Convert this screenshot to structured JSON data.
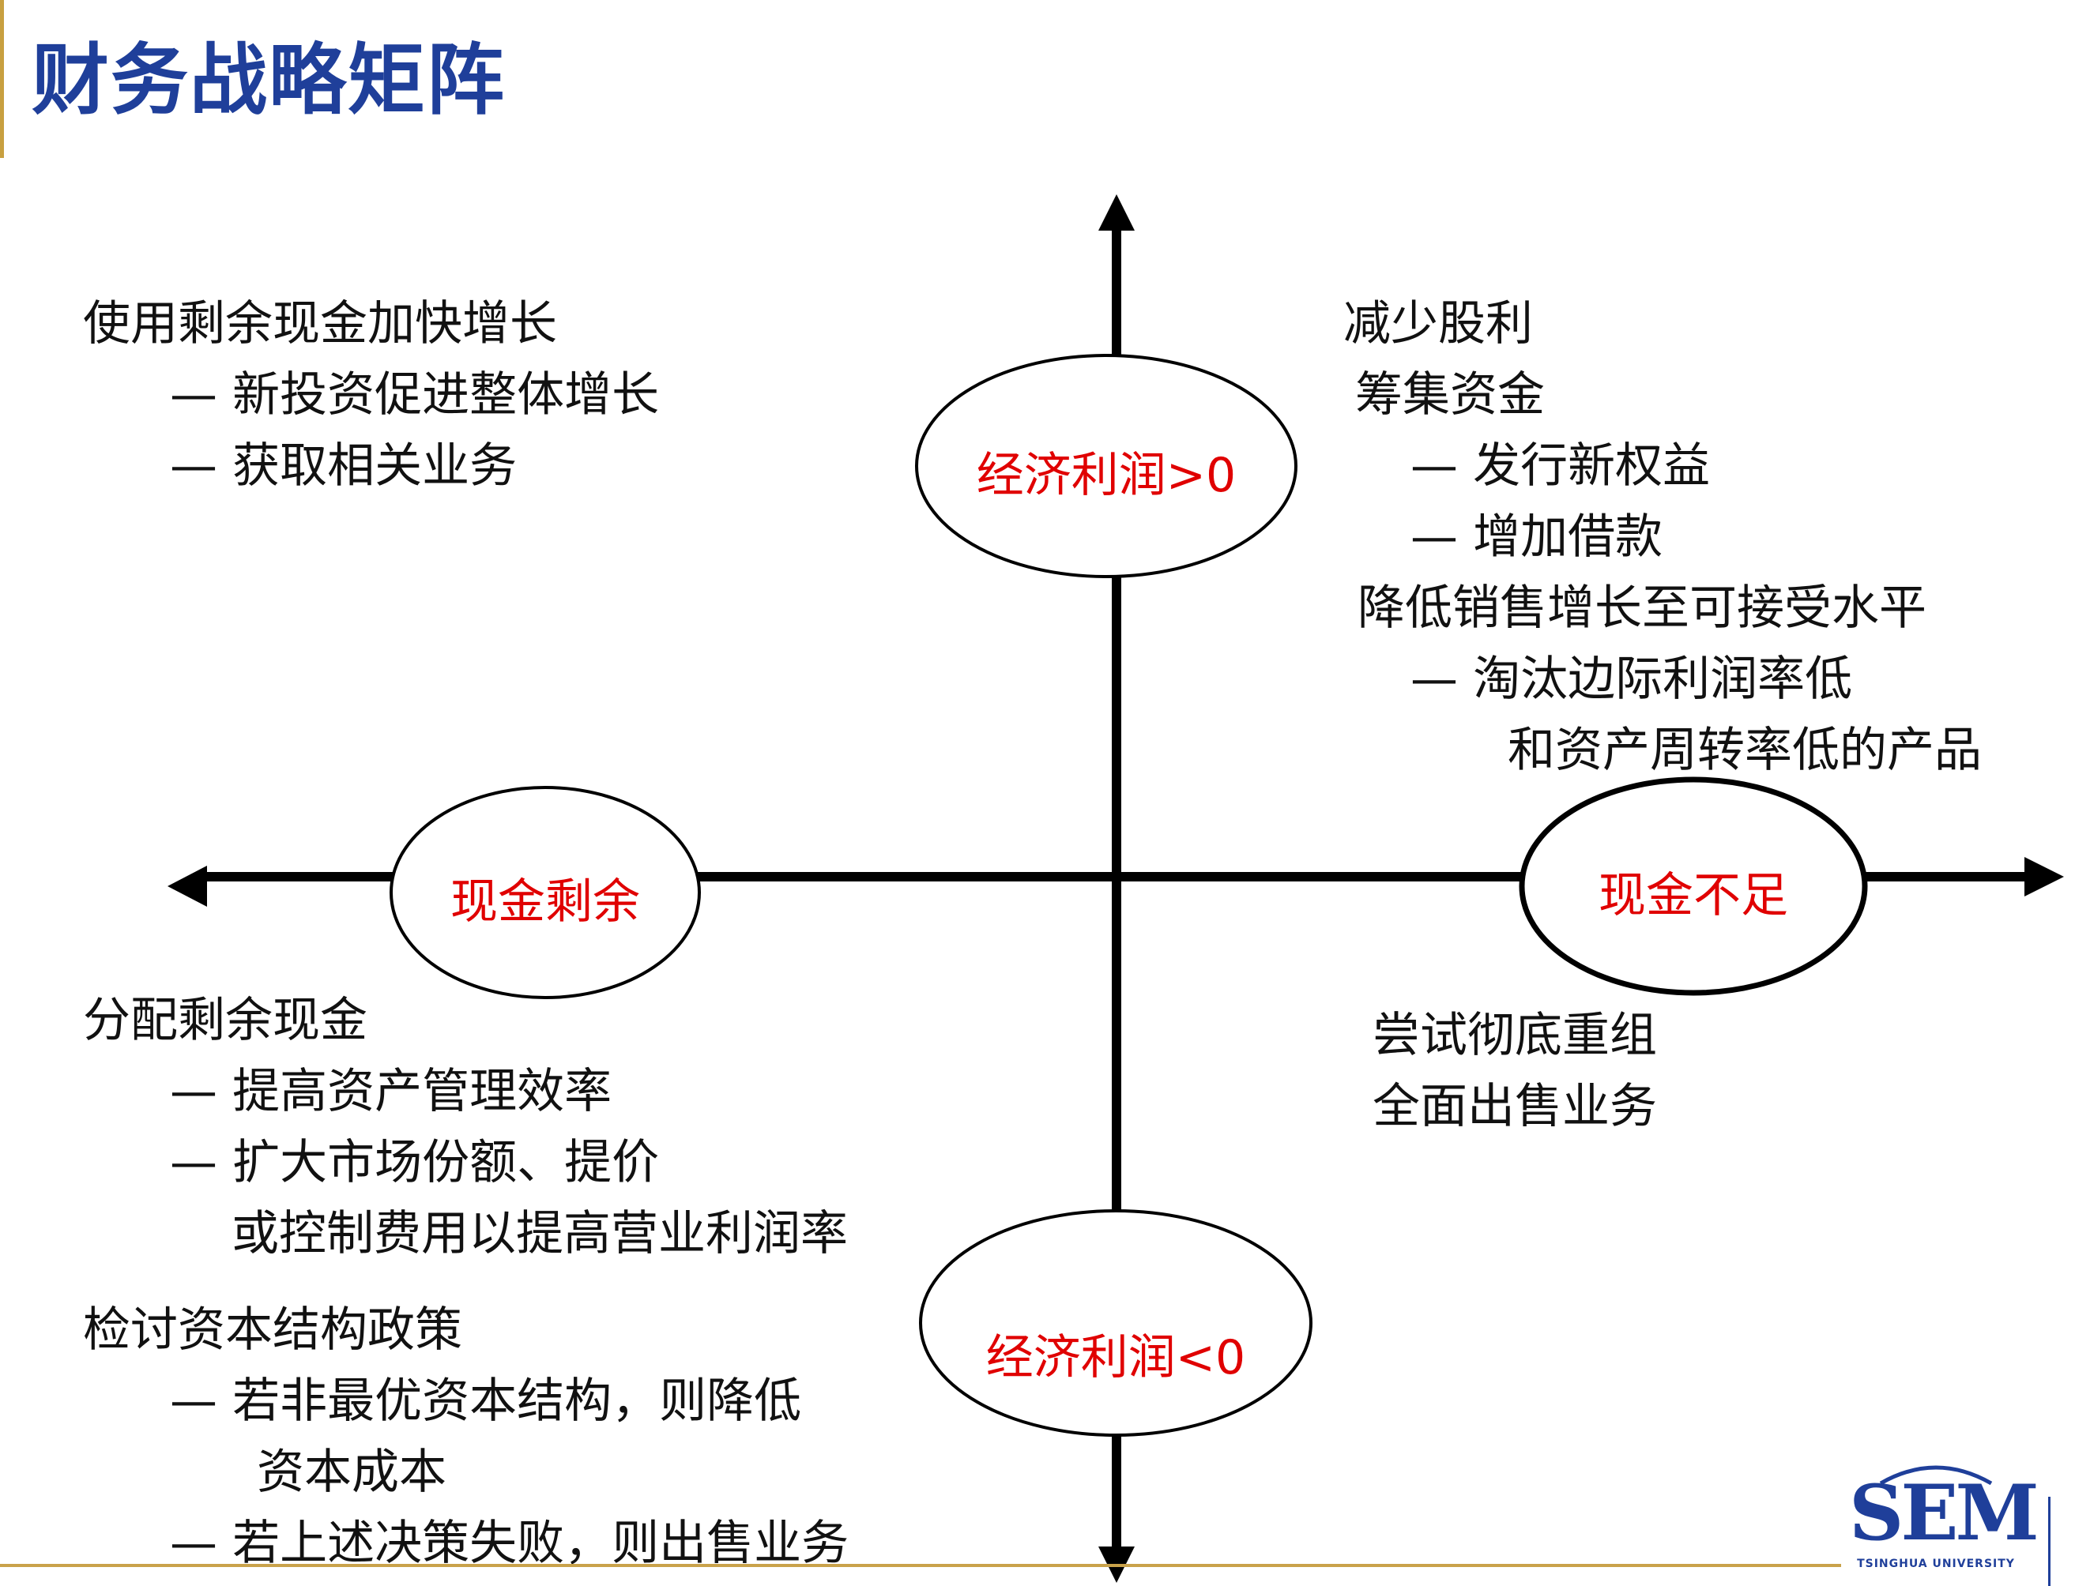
{
  "title": "财务战略矩阵",
  "ovals": {
    "top": "经济利润>0",
    "bottom": "经济利润<0",
    "left": "现金剩余",
    "right": "现金不足"
  },
  "quadrants": {
    "top_left": {
      "heading": "使用剩余现金加快增长",
      "items": [
        "— 新投资促进整体增长",
        "— 获取相关业务"
      ]
    },
    "top_right": {
      "lines": [
        "减少股利",
        "筹集资金",
        "—  发行新权益",
        "—  增加借款",
        "降低销售增长至可接受水平",
        "—  淘汰边际利润率低",
        "和资产周转率低的产品"
      ]
    },
    "bottom_left": {
      "lines": [
        "分配剩余现金",
        "— 提高资产管理效率",
        "— 扩大市场份额、提价",
        "或控制费用以提高营业利润率",
        "检讨资本结构政策",
        "— 若非最优资本结构，则降低",
        "资本成本",
        "— 若上述决策失败，则出售业务"
      ]
    },
    "bottom_right": {
      "lines": [
        "尝试彻底重组",
        "全面出售业务"
      ]
    }
  },
  "logo": {
    "text": "SEM",
    "subtitle": "TSINGHUA UNIVERSITY"
  },
  "colors": {
    "title": "#1f3f9a",
    "oval_text": "#e00000",
    "footer_line": "#c9a24a"
  }
}
